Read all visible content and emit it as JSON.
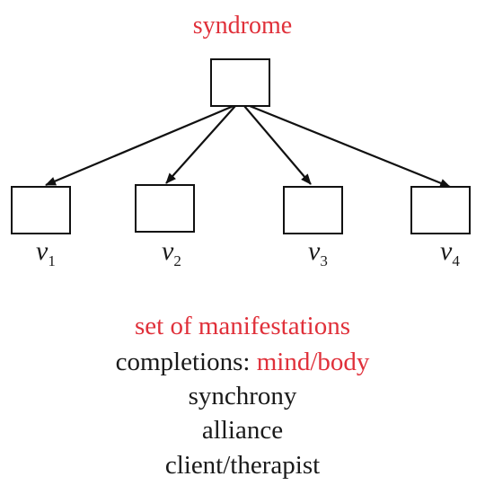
{
  "diagram": {
    "title": "syndrome",
    "nodes": [
      {
        "id": "v1",
        "base": "v",
        "sub": "1"
      },
      {
        "id": "v2",
        "base": "v",
        "sub": "2"
      },
      {
        "id": "v3",
        "base": "v",
        "sub": "3"
      },
      {
        "id": "v4",
        "base": "v",
        "sub": "4"
      }
    ],
    "caption": {
      "line1": "set of manifestations",
      "line2_prefix": "completions: ",
      "line2_highlight": "mind/body",
      "line3": "synchrony",
      "line4": "alliance",
      "line5": "client/therapist"
    },
    "colors": {
      "accent": "#e0303a",
      "ink": "#111111"
    }
  }
}
